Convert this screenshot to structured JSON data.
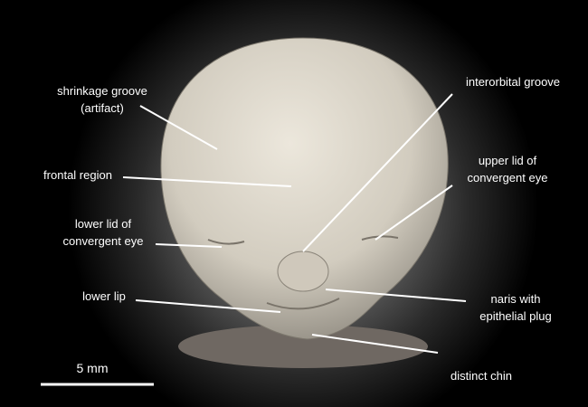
{
  "labels": {
    "shrinkage_groove": [
      "shrinkage groove",
      "(artifact)"
    ],
    "interorbital_groove": [
      "interorbital groove"
    ],
    "frontal_region": [
      "frontal region"
    ],
    "upper_lid": [
      "upper lid of",
      "convergent eye"
    ],
    "lower_lid": [
      "lower lid of",
      "convergent eye"
    ],
    "lower_lip": [
      "lower lip"
    ],
    "naris": [
      "naris with",
      "epithelial plug"
    ],
    "distinct_chin": [
      "distinct chin"
    ]
  },
  "scale_bar": {
    "label": "5 mm"
  }
}
